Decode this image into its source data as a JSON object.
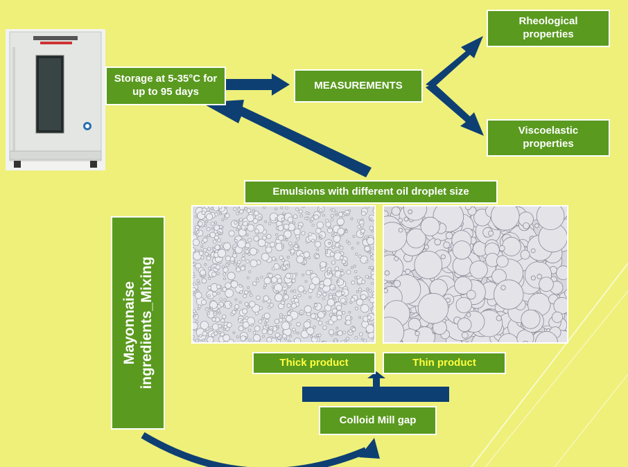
{
  "colors": {
    "background": "#eef07a",
    "box_fill": "#5a9a1f",
    "box_border": "#ffffff",
    "arrow": "#0e3f73",
    "label_highlight": "#ffff40"
  },
  "nodes": {
    "storage": "Storage at 5-35°C for up to 95 days",
    "measurements": "MEASUREMENTS",
    "rheological": "Rheological properties",
    "viscoelastic": "Viscoelastic properties",
    "emulsions": "Emulsions with different oil droplet size",
    "mixing_line1": "Mayonnaise",
    "mixing_line2": "ingredients_Mixing",
    "thick": "Thick product",
    "thin": "Thin product",
    "colloid_mill": "Colloid Mill gap"
  },
  "images": {
    "incubator": "incubator-photo",
    "thick_micrograph": "fine-droplet-micrograph",
    "thin_micrograph": "coarse-droplet-micrograph"
  }
}
